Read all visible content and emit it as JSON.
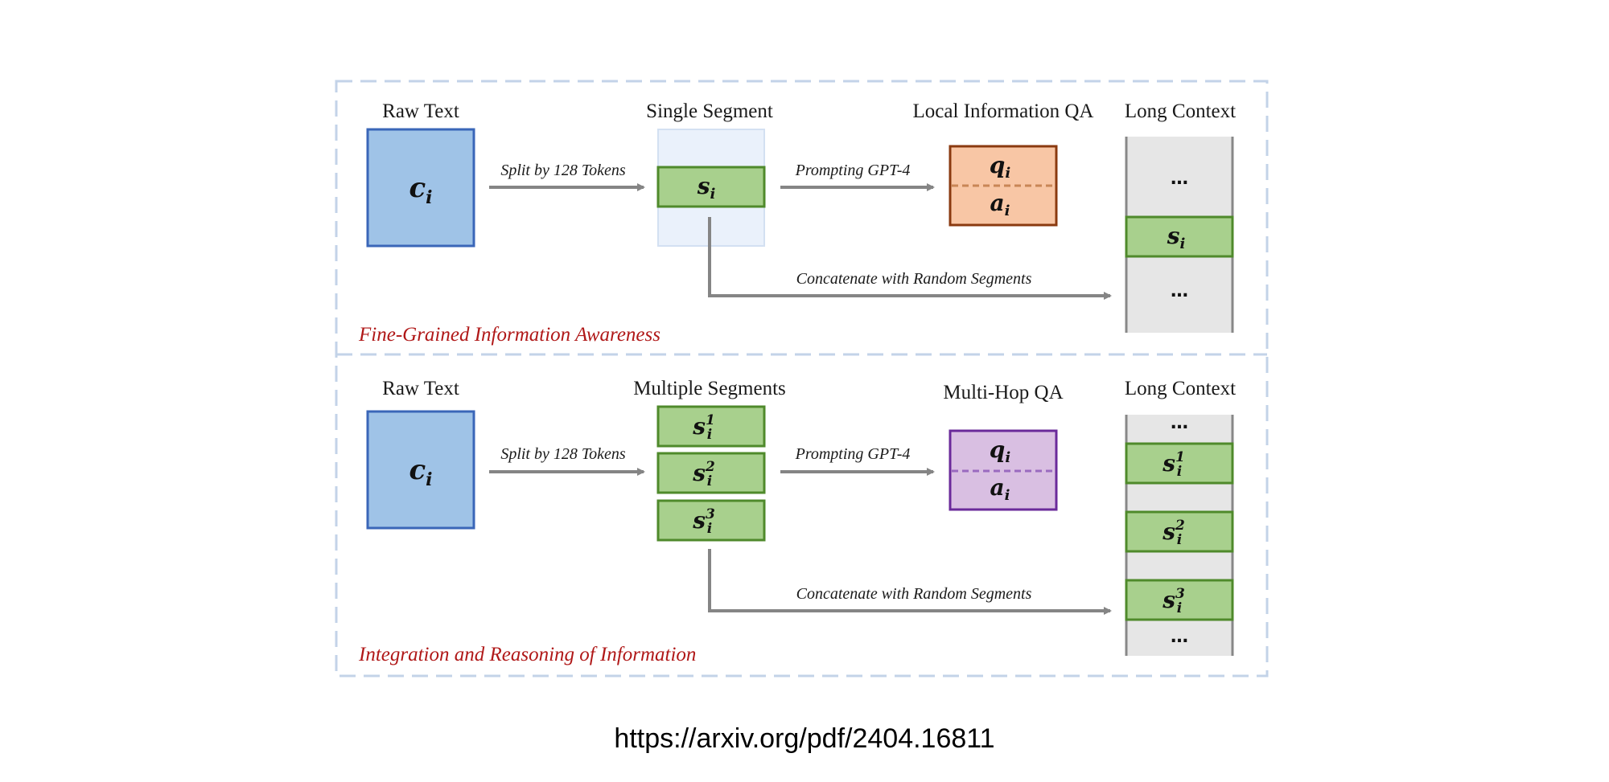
{
  "panels": [
    {
      "label": "Fine-Grained Information Awareness",
      "headers": {
        "raw": "Raw Text",
        "segment": "Single Segment",
        "qa": "Local Information QA",
        "context": "Long Context"
      },
      "arrows": {
        "split": "Split by 128 Tokens",
        "prompt": "Prompting GPT-4",
        "concat": "Concatenate with Random Segments"
      },
      "raw_var": "c",
      "raw_sub": "i",
      "segments": [
        {
          "base": "s",
          "sub": "i",
          "sup": ""
        }
      ],
      "qa": {
        "q": "q",
        "q_sub": "i",
        "a": "a",
        "a_sub": "i",
        "fill": "#f8c6a5",
        "stroke": "#8a3a10",
        "divider": "#c98656"
      },
      "context": [
        {
          "kind": "dots",
          "text": "…"
        },
        {
          "kind": "seg",
          "base": "s",
          "sub": "i",
          "sup": ""
        },
        {
          "kind": "dots",
          "text": "…"
        }
      ]
    },
    {
      "label": "Integration and Reasoning of Information",
      "headers": {
        "raw": "Raw Text",
        "segment": "Multiple Segments",
        "qa": "Multi-Hop QA",
        "context": "Long Context"
      },
      "arrows": {
        "split": "Split by 128 Tokens",
        "prompt": "Prompting GPT-4",
        "concat": "Concatenate with Random Segments"
      },
      "raw_var": "c",
      "raw_sub": "i",
      "segments": [
        {
          "base": "s",
          "sub": "i",
          "sup": "1"
        },
        {
          "base": "s",
          "sub": "i",
          "sup": "2"
        },
        {
          "base": "s",
          "sub": "i",
          "sup": "3"
        }
      ],
      "qa": {
        "q": "q",
        "q_sub": "i",
        "a": "a",
        "a_sub": "i",
        "fill": "#d9bfe2",
        "stroke": "#6a2a9a",
        "divider": "#9a6ac0"
      },
      "context": [
        {
          "kind": "dots",
          "text": "…"
        },
        {
          "kind": "seg",
          "base": "s",
          "sub": "i",
          "sup": "1"
        },
        {
          "kind": "gap",
          "text": ""
        },
        {
          "kind": "seg",
          "base": "s",
          "sub": "i",
          "sup": "2"
        },
        {
          "kind": "gap",
          "text": ""
        },
        {
          "kind": "seg",
          "base": "s",
          "sub": "i",
          "sup": "3"
        },
        {
          "kind": "dots",
          "text": "…"
        }
      ]
    }
  ],
  "colors": {
    "raw_fill": "#9fc3e7",
    "raw_stroke": "#3a66b8",
    "seg_fill": "#a8d08d",
    "seg_stroke": "#4f8a2b",
    "context_fill": "#e6e6e6",
    "context_stroke": "#888888",
    "arrow": "#858585",
    "panel_border": "#c3d3e8",
    "single_bg": "#eaf1fb"
  },
  "source_url": "https://arxiv.org/pdf/2404.16811"
}
